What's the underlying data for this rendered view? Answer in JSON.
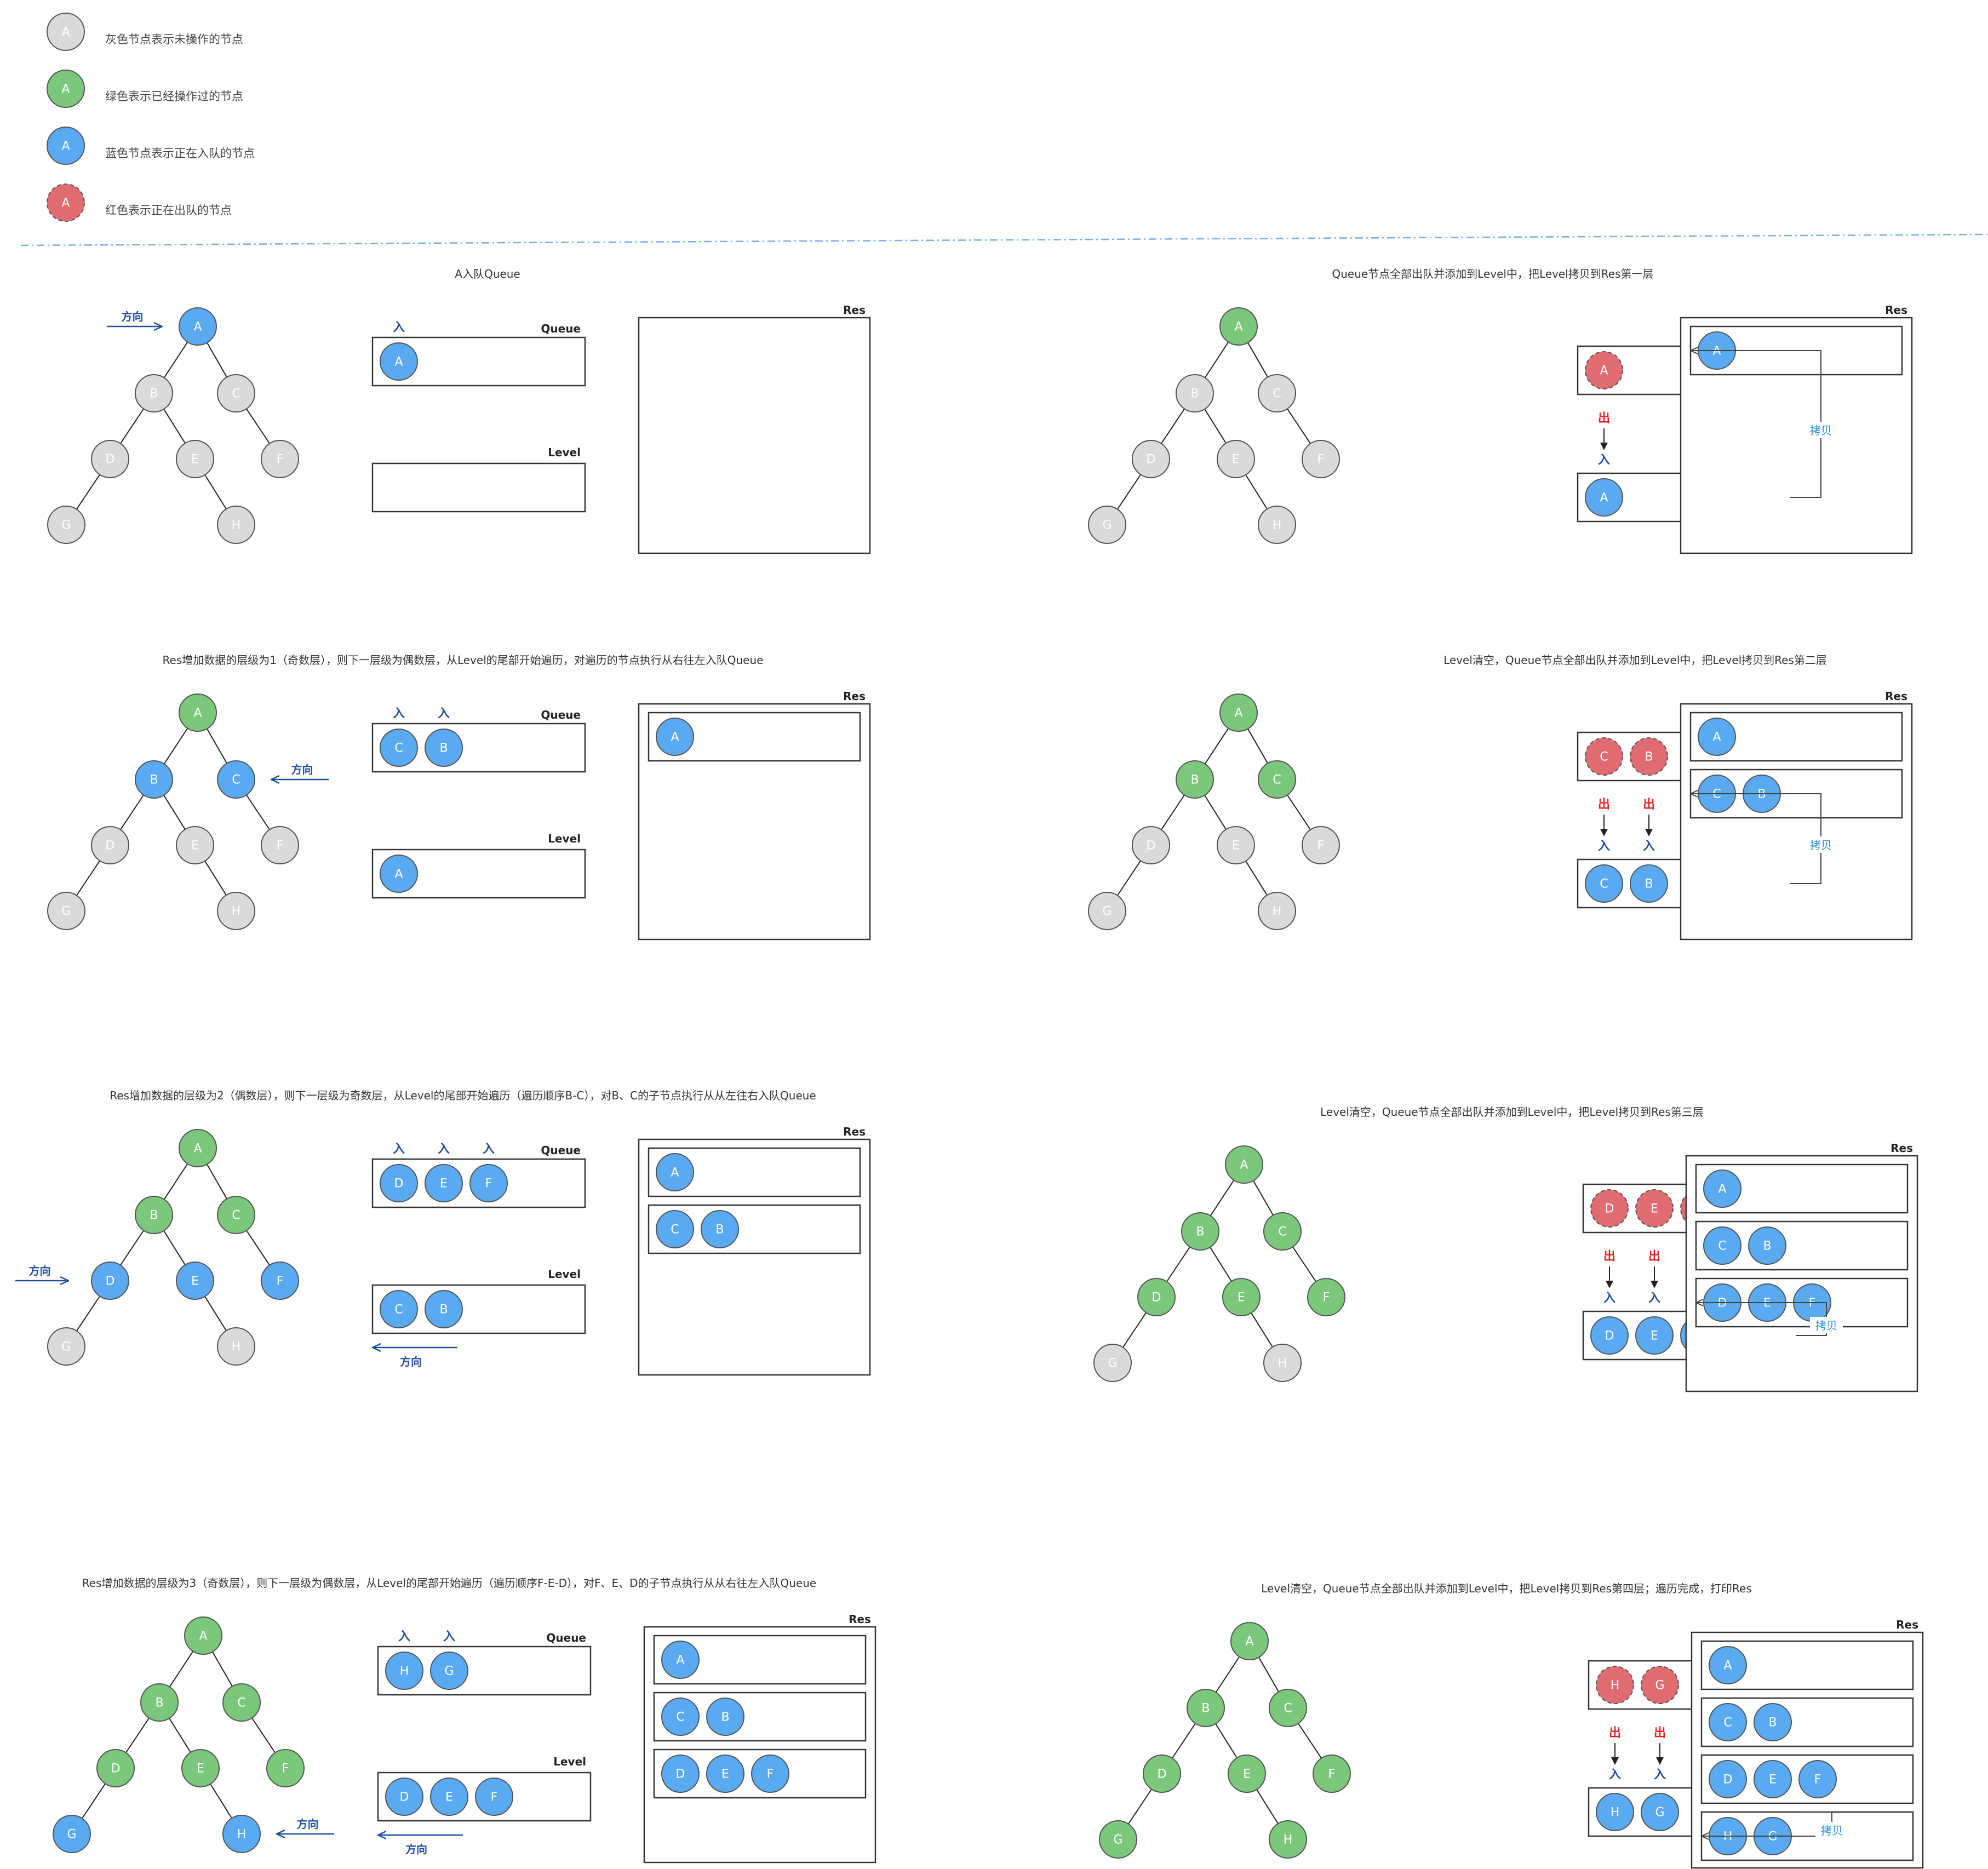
{
  "legend": [
    {
      "node": "A",
      "state": "gray",
      "text": "灰色节点表示未操作的节点"
    },
    {
      "node": "A",
      "state": "green",
      "text": "绿色表示已经操作过的节点"
    },
    {
      "node": "A",
      "state": "blue",
      "text": "蓝色节点表示正在入队的节点"
    },
    {
      "node": "A",
      "state": "red",
      "text": "红色表示正在出队的节点"
    }
  ],
  "colors": {
    "gray": "#dadada",
    "green": "#7bc87d",
    "blue": "#5aaaf2",
    "red": "#e06c72",
    "nodeStroke": "#555555",
    "divider": "#6fb1e8",
    "direction": "#1f4e9e",
    "copy": "#2a8fd8",
    "out": "#e02020"
  },
  "labels": {
    "queue": "Queue",
    "level": "Level",
    "res": "Res",
    "direction": "方向",
    "in": "入",
    "out": "出",
    "copy": "拷贝"
  },
  "tree": {
    "nodes": [
      "A",
      "B",
      "C",
      "D",
      "E",
      "F",
      "G",
      "H"
    ],
    "edges": [
      [
        "A",
        "B"
      ],
      [
        "A",
        "C"
      ],
      [
        "B",
        "D"
      ],
      [
        "B",
        "E"
      ],
      [
        "C",
        "F"
      ],
      [
        "D",
        "G"
      ],
      [
        "E",
        "H"
      ]
    ]
  },
  "steps": [
    {
      "caption": "A入队Queue",
      "states": {
        "A": "blue",
        "B": "gray",
        "C": "gray",
        "D": "gray",
        "E": "gray",
        "F": "gray",
        "G": "gray",
        "H": "gray"
      },
      "queue": [
        {
          "n": "A",
          "c": "blue"
        }
      ],
      "queueIn": true,
      "queueOut": false,
      "level": [],
      "levelIn": false,
      "res": [],
      "copy": false,
      "treeDir": {
        "side": "left",
        "row": 0
      },
      "levelDir": false
    },
    {
      "caption": "Queue节点全部出队并添加到Level中，把Level拷贝到Res第一层",
      "states": {
        "A": "green",
        "B": "gray",
        "C": "gray",
        "D": "gray",
        "E": "gray",
        "F": "gray",
        "G": "gray",
        "H": "gray"
      },
      "queue": [
        {
          "n": "A",
          "c": "red"
        }
      ],
      "queueIn": false,
      "queueOut": true,
      "level": [
        {
          "n": "A",
          "c": "blue"
        }
      ],
      "levelIn": true,
      "res": [
        [
          "A"
        ]
      ],
      "copy": true,
      "treeDir": null,
      "levelDir": false
    },
    {
      "caption": "Res增加数据的层级为1（奇数层），则下一层级为偶数层，从Level的尾部开始遍历，对遍历的节点执行从右往左入队Queue",
      "states": {
        "A": "green",
        "B": "blue",
        "C": "blue",
        "D": "gray",
        "E": "gray",
        "F": "gray",
        "G": "gray",
        "H": "gray"
      },
      "queue": [
        {
          "n": "C",
          "c": "blue"
        },
        {
          "n": "B",
          "c": "blue"
        }
      ],
      "queueIn": true,
      "queueOut": false,
      "level": [
        {
          "n": "A",
          "c": "blue"
        }
      ],
      "levelIn": false,
      "res": [
        [
          "A"
        ]
      ],
      "copy": false,
      "treeDir": {
        "side": "right",
        "row": 1
      },
      "levelDir": false
    },
    {
      "caption": "Level清空，Queue节点全部出队并添加到Level中，把Level拷贝到Res第二层",
      "states": {
        "A": "green",
        "B": "green",
        "C": "green",
        "D": "gray",
        "E": "gray",
        "F": "gray",
        "G": "gray",
        "H": "gray"
      },
      "queue": [
        {
          "n": "C",
          "c": "red"
        },
        {
          "n": "B",
          "c": "red"
        }
      ],
      "queueIn": false,
      "queueOut": true,
      "level": [
        {
          "n": "C",
          "c": "blue"
        },
        {
          "n": "B",
          "c": "blue"
        }
      ],
      "levelIn": true,
      "res": [
        [
          "A"
        ],
        [
          "C",
          "B"
        ]
      ],
      "copy": true,
      "treeDir": null,
      "levelDir": false
    },
    {
      "caption": "Res增加数据的层级为2（偶数层），则下一层级为奇数层，从Level的尾部开始遍历（遍历顺序B-C），对B、C的子节点执行从从左往右入队Queue",
      "states": {
        "A": "green",
        "B": "green",
        "C": "green",
        "D": "blue",
        "E": "blue",
        "F": "blue",
        "G": "gray",
        "H": "gray"
      },
      "queue": [
        {
          "n": "D",
          "c": "blue"
        },
        {
          "n": "E",
          "c": "blue"
        },
        {
          "n": "F",
          "c": "blue"
        }
      ],
      "queueIn": true,
      "queueOut": false,
      "level": [
        {
          "n": "C",
          "c": "blue"
        },
        {
          "n": "B",
          "c": "blue"
        }
      ],
      "levelIn": false,
      "res": [
        [
          "A"
        ],
        [
          "C",
          "B"
        ]
      ],
      "copy": false,
      "treeDir": {
        "side": "left",
        "row": 2
      },
      "levelDir": true
    },
    {
      "caption": "Level清空，Queue节点全部出队并添加到Level中，把Level拷贝到Res第三层",
      "states": {
        "A": "green",
        "B": "green",
        "C": "green",
        "D": "green",
        "E": "green",
        "F": "green",
        "G": "gray",
        "H": "gray"
      },
      "queue": [
        {
          "n": "D",
          "c": "red"
        },
        {
          "n": "E",
          "c": "red"
        },
        {
          "n": "F",
          "c": "red"
        }
      ],
      "queueIn": false,
      "queueOut": true,
      "level": [
        {
          "n": "D",
          "c": "blue"
        },
        {
          "n": "E",
          "c": "blue"
        },
        {
          "n": "F",
          "c": "blue"
        }
      ],
      "levelIn": true,
      "res": [
        [
          "A"
        ],
        [
          "C",
          "B"
        ],
        [
          "D",
          "E",
          "F"
        ]
      ],
      "copy": true,
      "treeDir": null,
      "levelDir": false
    },
    {
      "caption": "Res增加数据的层级为3（奇数层），则下一层级为偶数层，从Level的尾部开始遍历（遍历顺序F-E-D），对F、E、D的子节点执行从从右往左入队Queue",
      "states": {
        "A": "green",
        "B": "green",
        "C": "green",
        "D": "green",
        "E": "green",
        "F": "green",
        "G": "blue",
        "H": "blue"
      },
      "queue": [
        {
          "n": "H",
          "c": "blue"
        },
        {
          "n": "G",
          "c": "blue"
        }
      ],
      "queueIn": true,
      "queueOut": false,
      "level": [
        {
          "n": "D",
          "c": "blue"
        },
        {
          "n": "E",
          "c": "blue"
        },
        {
          "n": "F",
          "c": "blue"
        }
      ],
      "levelIn": false,
      "res": [
        [
          "A"
        ],
        [
          "C",
          "B"
        ],
        [
          "D",
          "E",
          "F"
        ]
      ],
      "copy": false,
      "treeDir": {
        "side": "right",
        "row": 3
      },
      "levelDir": true
    },
    {
      "caption": "Level清空，Queue节点全部出队并添加到Level中，把Level拷贝到Res第四层；遍历完成，打印Res",
      "states": {
        "A": "green",
        "B": "green",
        "C": "green",
        "D": "green",
        "E": "green",
        "F": "green",
        "G": "green",
        "H": "green"
      },
      "queue": [
        {
          "n": "H",
          "c": "red"
        },
        {
          "n": "G",
          "c": "red"
        }
      ],
      "queueIn": false,
      "queueOut": true,
      "level": [
        {
          "n": "H",
          "c": "blue"
        },
        {
          "n": "G",
          "c": "blue"
        }
      ],
      "levelIn": true,
      "res": [
        [
          "A"
        ],
        [
          "C",
          "B"
        ],
        [
          "D",
          "E",
          "F"
        ],
        [
          "H",
          "G"
        ]
      ],
      "copy": true,
      "treeDir": null,
      "levelDir": false
    }
  ]
}
